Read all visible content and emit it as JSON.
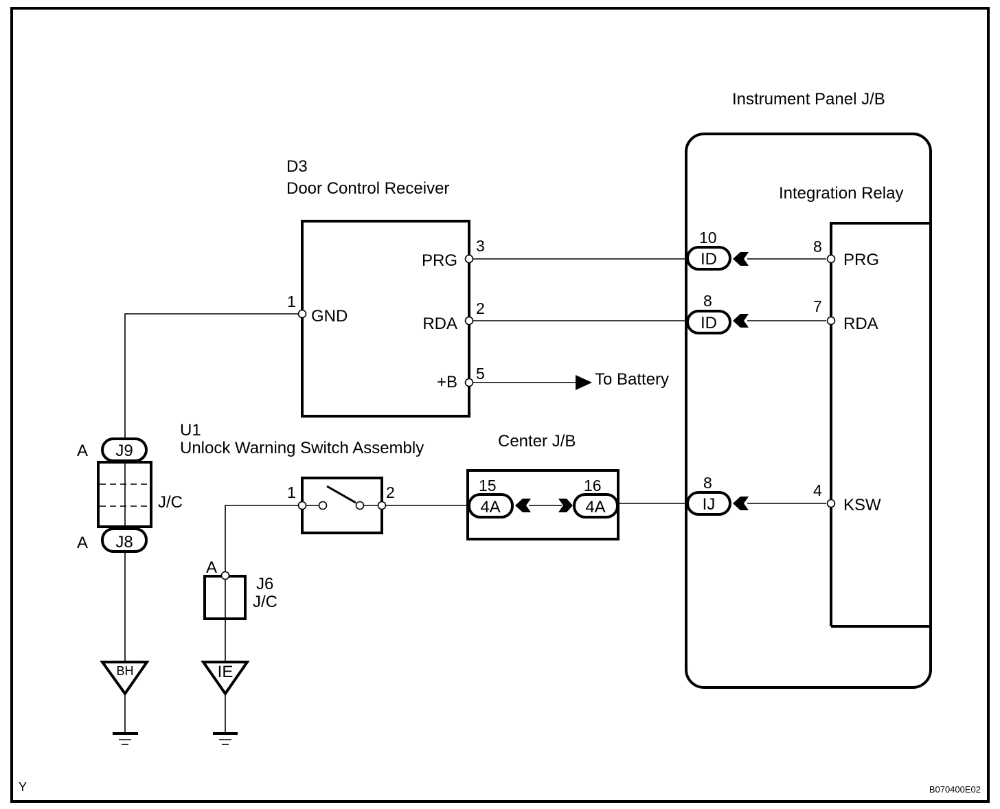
{
  "diagram": {
    "colors": {
      "line": "#000000",
      "background": "#ffffff"
    },
    "corner_label": "Y",
    "figure_id": "B070400E02",
    "components": {
      "door_control_receiver": {
        "code": "D3",
        "name": "Door Control Receiver",
        "pins": [
          {
            "number": "1",
            "name": "GND"
          },
          {
            "number": "3",
            "name": "PRG"
          },
          {
            "number": "2",
            "name": "RDA"
          },
          {
            "number": "5",
            "name": "+B"
          }
        ],
        "to_battery_label": "To Battery"
      },
      "instrument_panel_jb": {
        "name": "Instrument Panel J/B",
        "connectors": [
          {
            "pin": "10",
            "code": "ID"
          },
          {
            "pin": "8",
            "code": "ID"
          },
          {
            "pin": "8",
            "code": "IJ"
          }
        ],
        "integration_relay": {
          "name": "Integration Relay",
          "pins": [
            {
              "number": "8",
              "name": "PRG"
            },
            {
              "number": "7",
              "name": "RDA"
            },
            {
              "number": "4",
              "name": "KSW"
            }
          ]
        }
      },
      "junction_connector_j9_j8": {
        "top": {
          "side": "A",
          "code": "J9"
        },
        "bottom": {
          "side": "A",
          "code": "J8"
        },
        "label": "J/C"
      },
      "unlock_warning_switch": {
        "code": "U1",
        "name": "Unlock Warning Switch Assembly",
        "pins": [
          {
            "number": "1"
          },
          {
            "number": "2"
          }
        ]
      },
      "center_jb": {
        "name": "Center J/B",
        "connectors": [
          {
            "pin": "15",
            "code": "4A"
          },
          {
            "pin": "16",
            "code": "4A"
          }
        ]
      },
      "junction_connector_j6": {
        "side": "A",
        "code": "J6",
        "label": "J/C"
      },
      "grounds": [
        {
          "code": "BH"
        },
        {
          "code": "IE"
        }
      ]
    }
  }
}
